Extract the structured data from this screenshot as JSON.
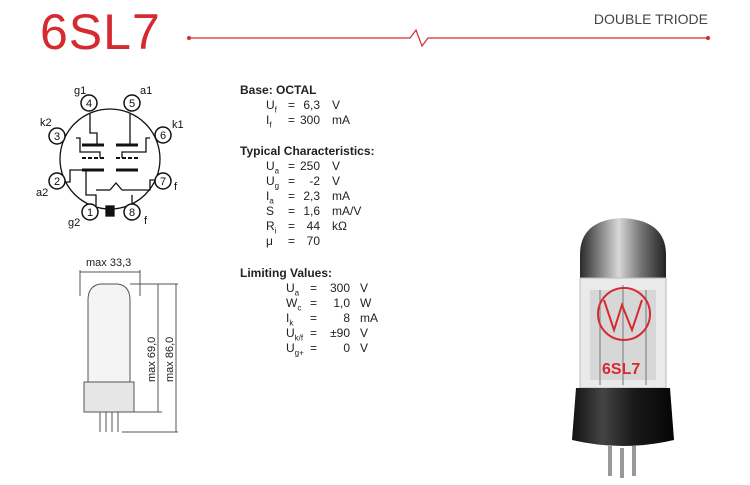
{
  "header": {
    "title": "6SL7",
    "subtitle": "DOUBLE TRIODE",
    "accent_color": "#d52a2f"
  },
  "pinout": {
    "pins": [
      {
        "num": "1",
        "label": "g2"
      },
      {
        "num": "2",
        "label": "a2"
      },
      {
        "num": "3",
        "label": "k2"
      },
      {
        "num": "4",
        "label": "g1"
      },
      {
        "num": "5",
        "label": "a1"
      },
      {
        "num": "6",
        "label": "k1"
      },
      {
        "num": "7",
        "label": "f"
      },
      {
        "num": "8",
        "label": "f"
      }
    ]
  },
  "dimensions": {
    "width": "max 33,3",
    "height_body": "max 69,0",
    "height_total": "max 86,0"
  },
  "base_section": {
    "heading": "Base: OCTAL",
    "rows": [
      {
        "sym": "U",
        "sub": "f",
        "eq": "=",
        "val": "6,3",
        "unit": "V"
      },
      {
        "sym": "I",
        "sub": "f",
        "eq": "=",
        "val": "300",
        "unit": "mA"
      }
    ]
  },
  "typical_section": {
    "heading": "Typical Characteristics:",
    "rows": [
      {
        "sym": "U",
        "sub": "a",
        "eq": "=",
        "val": "250",
        "unit": "V"
      },
      {
        "sym": "U",
        "sub": "g",
        "eq": "=",
        "val": "-2",
        "unit": "V"
      },
      {
        "sym": "I",
        "sub": "a",
        "eq": "=",
        "val": "2,3",
        "unit": "mA"
      },
      {
        "sym": "S",
        "sub": "",
        "eq": "=",
        "val": "1,6",
        "unit": "mA/V"
      },
      {
        "sym": "R",
        "sub": "i",
        "eq": "=",
        "val": "44",
        "unit": "kΩ"
      },
      {
        "sym": "μ",
        "sub": "",
        "eq": "=",
        "val": "70",
        "unit": ""
      }
    ]
  },
  "limiting_section": {
    "heading": "Limiting Values:",
    "rows": [
      {
        "sym": "U",
        "sub": "a",
        "eq": "=",
        "val": "300",
        "unit": "V"
      },
      {
        "sym": "W",
        "sub": "c",
        "eq": "=",
        "val": "1,0",
        "unit": "W"
      },
      {
        "sym": "I",
        "sub": "k",
        "eq": "=",
        "val": "8",
        "unit": "mA"
      },
      {
        "sym": "U",
        "sub": "k/f",
        "eq": "=",
        "val": "±90",
        "unit": "V"
      },
      {
        "sym": "U",
        "sub": "g+",
        "eq": "=",
        "val": "0",
        "unit": "V"
      }
    ]
  },
  "tube_photo": {
    "logo_text": "6SL7"
  }
}
